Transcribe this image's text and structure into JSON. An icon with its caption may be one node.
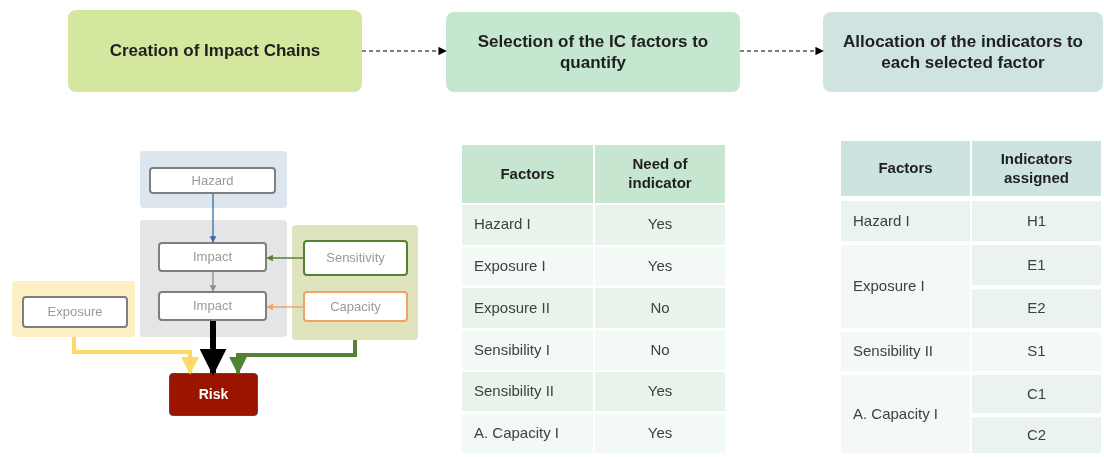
{
  "diagram": {
    "nodes": [
      {
        "text": [
          "Creation of Impact Chains"
        ]
      },
      {
        "text": [
          "Selection of the IC factors to quantify"
        ]
      },
      {
        "text": [
          "Allocation of the indicators to each selected factor"
        ]
      },
      {
        "text": [],
        "shape": "box"
      },
      {
        "text": [
          "Hazard"
        ],
        "in": 3
      },
      {
        "text": [],
        "shape": "box"
      },
      {
        "text": [
          "Impact"
        ],
        "in": 5
      },
      {
        "text": [
          "Impact"
        ],
        "in": 5
      },
      {
        "text": [],
        "shape": "box"
      },
      {
        "text": [
          "Exposure"
        ],
        "in": 8
      },
      {
        "text": [],
        "shape": "box"
      },
      {
        "text": [
          "Sensitivity"
        ],
        "in": 10
      },
      {
        "text": [
          "Capacity"
        ],
        "in": 10
      },
      {
        "text": [
          "Risk"
        ]
      }
    ],
    "edges": [
      {
        "from": 0,
        "to": 1,
        "arrow": "to",
        "style": "dashed"
      },
      {
        "from": 1,
        "to": 2,
        "arrow": "to",
        "style": "dashed"
      },
      {
        "from": 4,
        "to": 6,
        "arrow": "to",
        "color": "#2e6da4"
      },
      {
        "from": 11,
        "to": 6,
        "arrow": "to",
        "color": "#548235"
      },
      {
        "from": 6,
        "to": 7,
        "arrow": "to",
        "color": "#8c8c8c"
      },
      {
        "from": 12,
        "to": 7,
        "arrow": "to",
        "color": "#f4a06a"
      },
      {
        "from": 7,
        "to": 13,
        "arrow": "to",
        "style": "thick"
      },
      {
        "from": 8,
        "to": 13,
        "arrow": "to",
        "style": "thick",
        "color": "#ffd966"
      },
      {
        "from": 10,
        "to": 13,
        "arrow": "to",
        "style": "thick",
        "color": "#548235"
      }
    ],
    "labels": [
      "Factors",
      "Need of indicator",
      "Hazard I",
      "Yes",
      "Exposure I",
      "Yes",
      "Exposure II",
      "No",
      "Sensibility I",
      "No",
      "Sensibility II",
      "Yes",
      "A. Capacity I",
      "Yes",
      "Factors",
      "Indicators assigned",
      "Hazard I",
      "H1",
      "Exposure I",
      "E1",
      "E2",
      "Sensibility II",
      "S1",
      "A. Capacity I",
      "C1",
      "C2"
    ]
  }
}
